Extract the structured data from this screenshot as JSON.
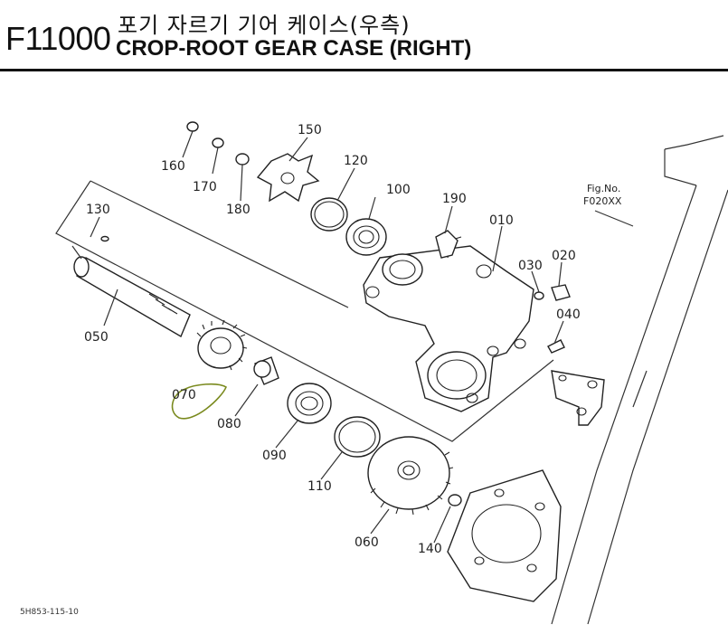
{
  "header": {
    "code": "F11000",
    "title_korean": "포기 자르기 기어 케이스(우측)",
    "title_english": "CROP-ROOT GEAR CASE (RIGHT)"
  },
  "figure_ref": {
    "label": "Fig.No.",
    "number": "F020XX"
  },
  "part_labels": {
    "p010": "010",
    "p020": "020",
    "p030": "030",
    "p040": "040",
    "p050": "050",
    "p060": "060",
    "p070": "070",
    "p080": "080",
    "p090": "090",
    "p100": "100",
    "p110": "110",
    "p120": "120",
    "p130": "130",
    "p140": "140",
    "p150": "150",
    "p160": "160",
    "p170": "170",
    "p180": "180",
    "p190": "190"
  },
  "document_id": "5H853-115-10",
  "colors": {
    "ink": "#222222",
    "highlight": "#7a8a1e"
  }
}
